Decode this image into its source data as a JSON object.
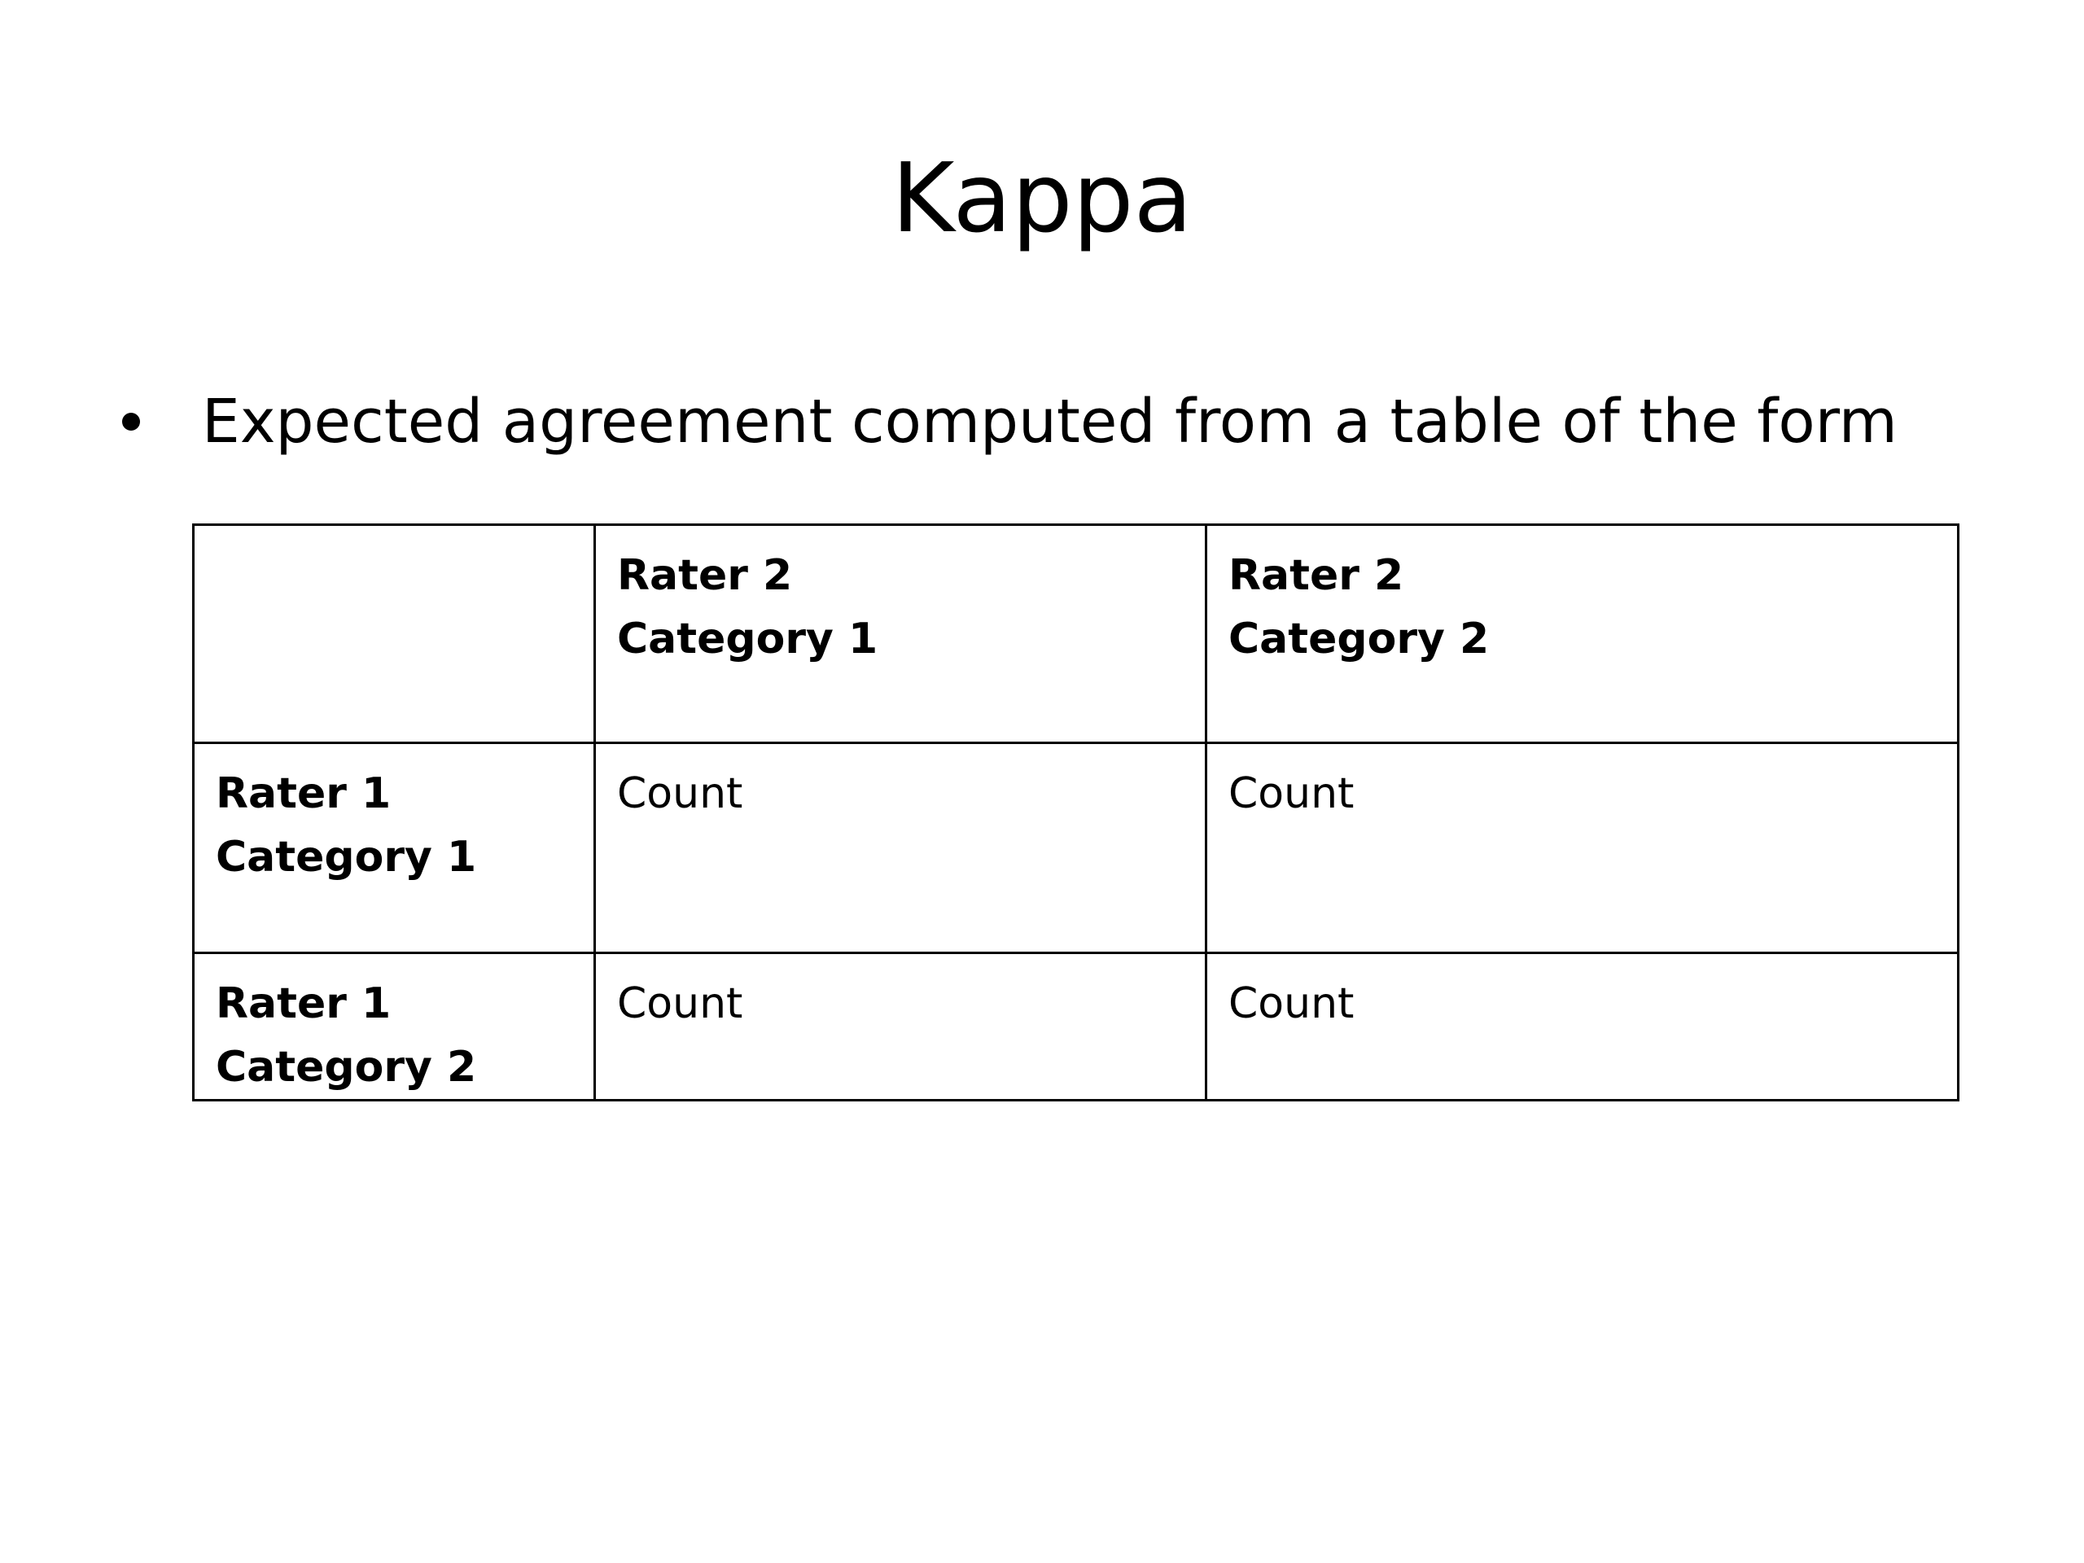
{
  "slide": {
    "title": "Kappa",
    "bullet": "Expected agreement computed from a table of the form"
  },
  "table": {
    "header": [
      {
        "line1": "",
        "line2": ""
      },
      {
        "line1": "Rater 2",
        "line2": "Category 1"
      },
      {
        "line1": "Rater 2",
        "line2": "Category 2"
      }
    ],
    "rows": [
      {
        "label_line1": "Rater 1",
        "label_line2": "Category 1",
        "cells": [
          "Count",
          "Count"
        ]
      },
      {
        "label_line1": "Rater 1",
        "label_line2": "Category 2",
        "cells": [
          "Count",
          "Count"
        ]
      }
    ]
  }
}
